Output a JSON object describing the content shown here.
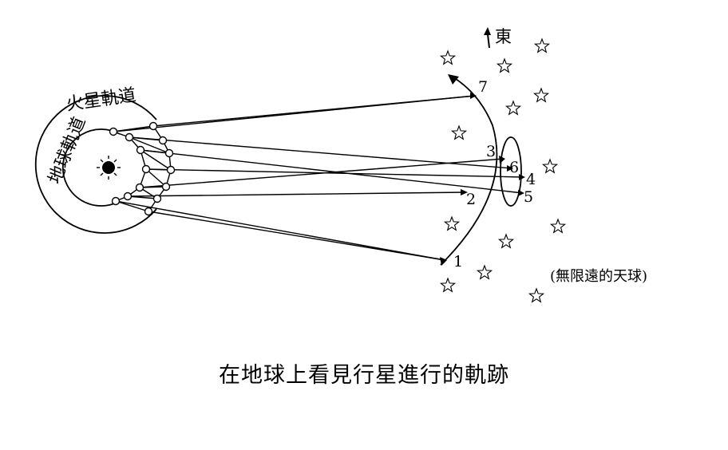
{
  "mars_orbit_label": "火星軌道",
  "earth_orbit_label": "地球軌道",
  "east_label": "東",
  "sphere_label": "(無限遠的天球)",
  "caption": "在地球上看見行星進行的軌跡",
  "point_numbers": [
    "1",
    "2",
    "3",
    "4",
    "5",
    "6",
    "7"
  ],
  "icons": {
    "sun": "sun-icon",
    "star": "star-icon",
    "arrow": "north-arrow-icon"
  }
}
